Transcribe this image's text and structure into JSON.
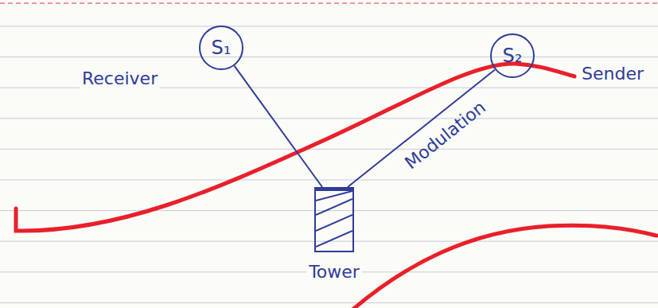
{
  "diagram": {
    "nodes": [
      {
        "text": [
          "S₁"
        ]
      },
      {
        "text": [
          "S₂"
        ]
      },
      {
        "text": [
          "Tower"
        ]
      }
    ],
    "edges": [
      {
        "from": 0,
        "to": 2,
        "arrow": "none"
      },
      {
        "from": 1,
        "to": 2,
        "arrow": "none",
        "label": "Modulation"
      }
    ],
    "labels": [
      "Receiver",
      "Sender"
    ]
  }
}
